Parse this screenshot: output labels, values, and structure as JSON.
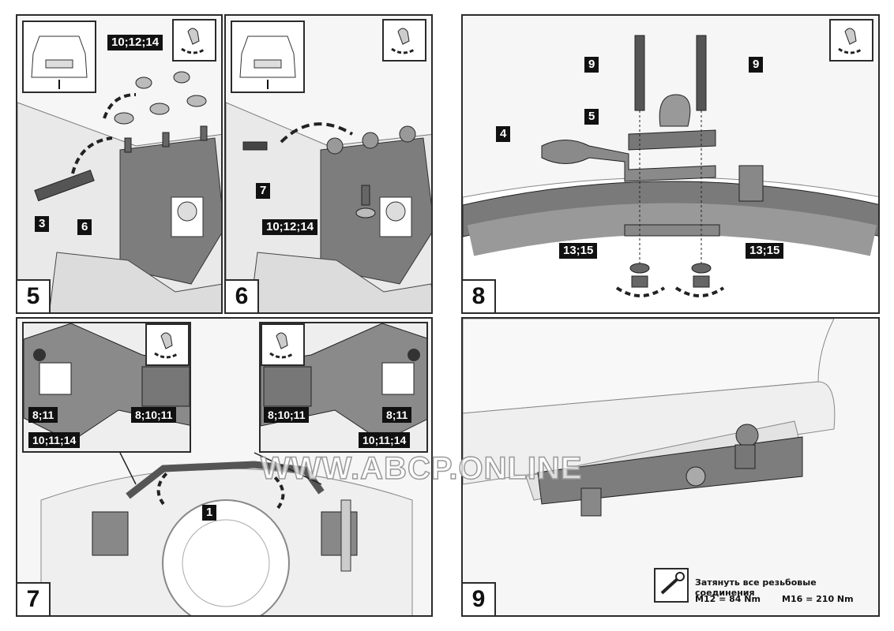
{
  "panels": {
    "p5": {
      "number": "5",
      "labels": {
        "nuts": "10;12;14",
        "bracket_part": "3",
        "bolt_plate": "6"
      }
    },
    "p6": {
      "number": "6",
      "labels": {
        "bolt_part": "7",
        "torque_spec": "10;12;14"
      }
    },
    "p7": {
      "number": "7",
      "labels": {
        "left_bolt": "8;11",
        "left_mid": "8;10;11",
        "left_nut": "10;11;14",
        "right_mid": "8;10;11",
        "right_bolt": "8;11",
        "right_nut": "10;11;14",
        "crossbar": "1"
      }
    },
    "p8": {
      "number": "8",
      "labels": {
        "bolt_left": "9",
        "bolt_right": "9",
        "ball_mount": "5",
        "socket_plate": "4",
        "nut_left": "13;15",
        "nut_right": "13;15"
      }
    },
    "p9": {
      "number": "9",
      "torque_title": "Затянуть все резьбовые соединения",
      "torque_m12": "M12 = 84 Nm",
      "torque_m16": "M16 = 210 Nm"
    }
  },
  "watermark": "WWW.ABCP.ONLINE"
}
